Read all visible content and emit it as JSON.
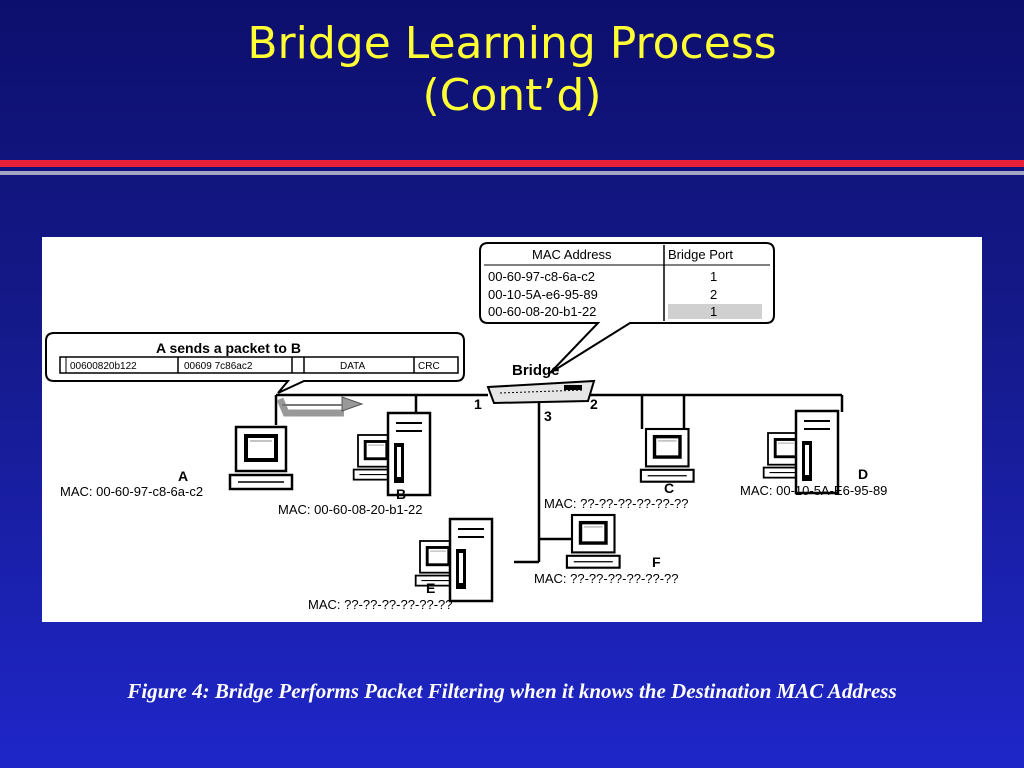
{
  "slide": {
    "title_line1": "Bridge Learning Process",
    "title_line2": "(Cont’d)",
    "caption": "Figure 4: Bridge Performs Packet Filtering when it knows the Destination MAC Address"
  },
  "table": {
    "headers": [
      "MAC Address",
      "Bridge Port"
    ],
    "rows": [
      {
        "mac": "00-60-97-c8-6a-c2",
        "port": "1"
      },
      {
        "mac": "00-10-5A-e6-95-89",
        "port": "2"
      },
      {
        "mac": "00-60-08-20-b1-22",
        "port": "1"
      }
    ]
  },
  "packet": {
    "title": "A sends a packet to B",
    "fields": [
      "00600820b122",
      "00609 7c86ac2",
      "DATA",
      "CRC"
    ]
  },
  "bridge": {
    "label": "Bridge",
    "ports": [
      "1",
      "2",
      "3"
    ]
  },
  "hosts": {
    "a": {
      "letter": "A",
      "mac": "MAC: 00-60-97-c8-6a-c2"
    },
    "b": {
      "letter": "B",
      "mac": "MAC: 00-60-08-20-b1-22"
    },
    "c": {
      "letter": "C",
      "mac": "MAC: ??-??-??-??-??-??"
    },
    "d": {
      "letter": "D",
      "mac": "MAC: 00-10-5A-E6-95-89"
    },
    "e": {
      "letter": "E",
      "mac": "MAC: ??-??-??-??-??-??"
    },
    "f": {
      "letter": "F",
      "mac": "MAC: ??-??-??-??-??-??"
    }
  },
  "colors": {
    "title": "#ffff33",
    "rule_red": "#e8203a",
    "rule_grey": "#a2a6c4",
    "caption": "#ffffff"
  }
}
